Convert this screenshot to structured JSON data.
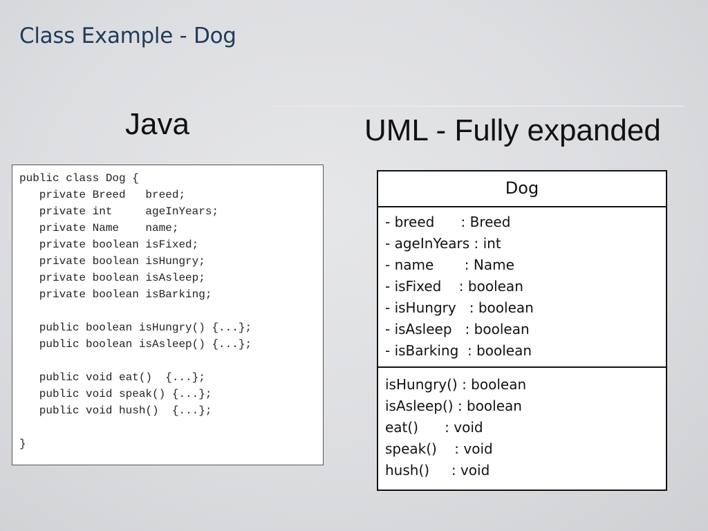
{
  "slide": {
    "title": "Class Example - Dog",
    "java_heading": "Java",
    "uml_heading": "UML - Fully expanded"
  },
  "java_code": {
    "lines": [
      "public class Dog {",
      "   private Breed   breed;",
      "   private int     ageInYears;",
      "   private Name    name;",
      "   private boolean isFixed;",
      "   private boolean isHungry;",
      "   private boolean isAsleep;",
      "   private boolean isBarking;",
      "",
      "   public boolean isHungry() {...};",
      "   public boolean isAsleep() {...};",
      "",
      "   public void eat()  {...};",
      "   public void speak() {...};",
      "   public void hush()  {...};",
      "",
      "}"
    ]
  },
  "uml": {
    "class_name": "Dog",
    "attributes": [
      "- breed      : Breed",
      "- ageInYears : int",
      "- name       : Name",
      "- isFixed    : boolean",
      "- isHungry   : boolean",
      "- isAsleep   : boolean",
      "- isBarking  : boolean"
    ],
    "methods": [
      "isHungry() : boolean",
      "isAsleep() : boolean",
      "eat()      : void",
      "speak()    : void",
      "hush()     : void"
    ]
  },
  "colors": {
    "title": "#1f3b5a",
    "background": "#dcdde0"
  }
}
